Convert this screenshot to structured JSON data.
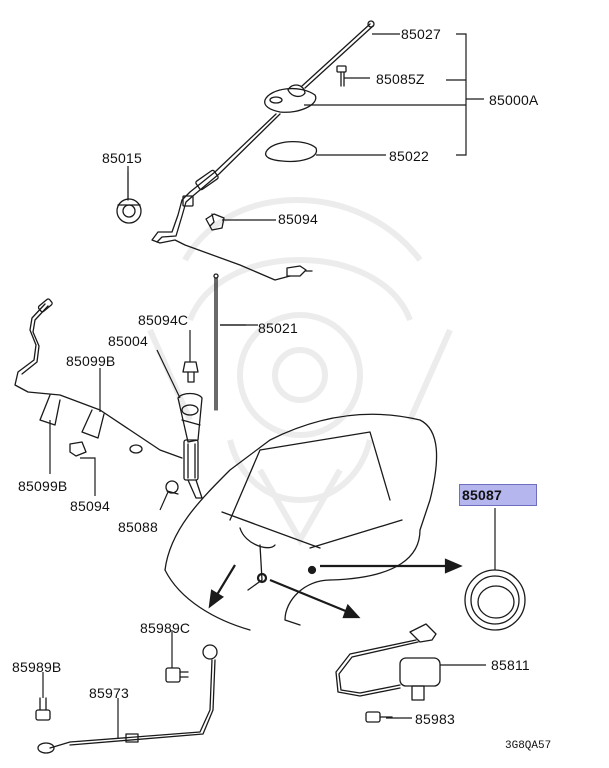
{
  "labels": {
    "p85027": "85027",
    "p85085Z": "85085Z",
    "p85000A": "85000A",
    "p85022": "85022",
    "p85015": "85015",
    "p85094a": "85094",
    "p85094C": "85094C",
    "p85021": "85021",
    "p85004": "85004",
    "p85099Ba": "85099B",
    "p85099Bb": "85099B",
    "p85094b": "85094",
    "p85088": "85088",
    "p85087": "85087",
    "p85811": "85811",
    "p85989C": "85989C",
    "p85989B": "85989B",
    "p85973": "85973",
    "p85983": "85983"
  },
  "diagram_code": "3G8QA57",
  "colors": {
    "line": "#1a1a1a",
    "highlight": "#b6b6ee",
    "watermark": "#ececec"
  }
}
